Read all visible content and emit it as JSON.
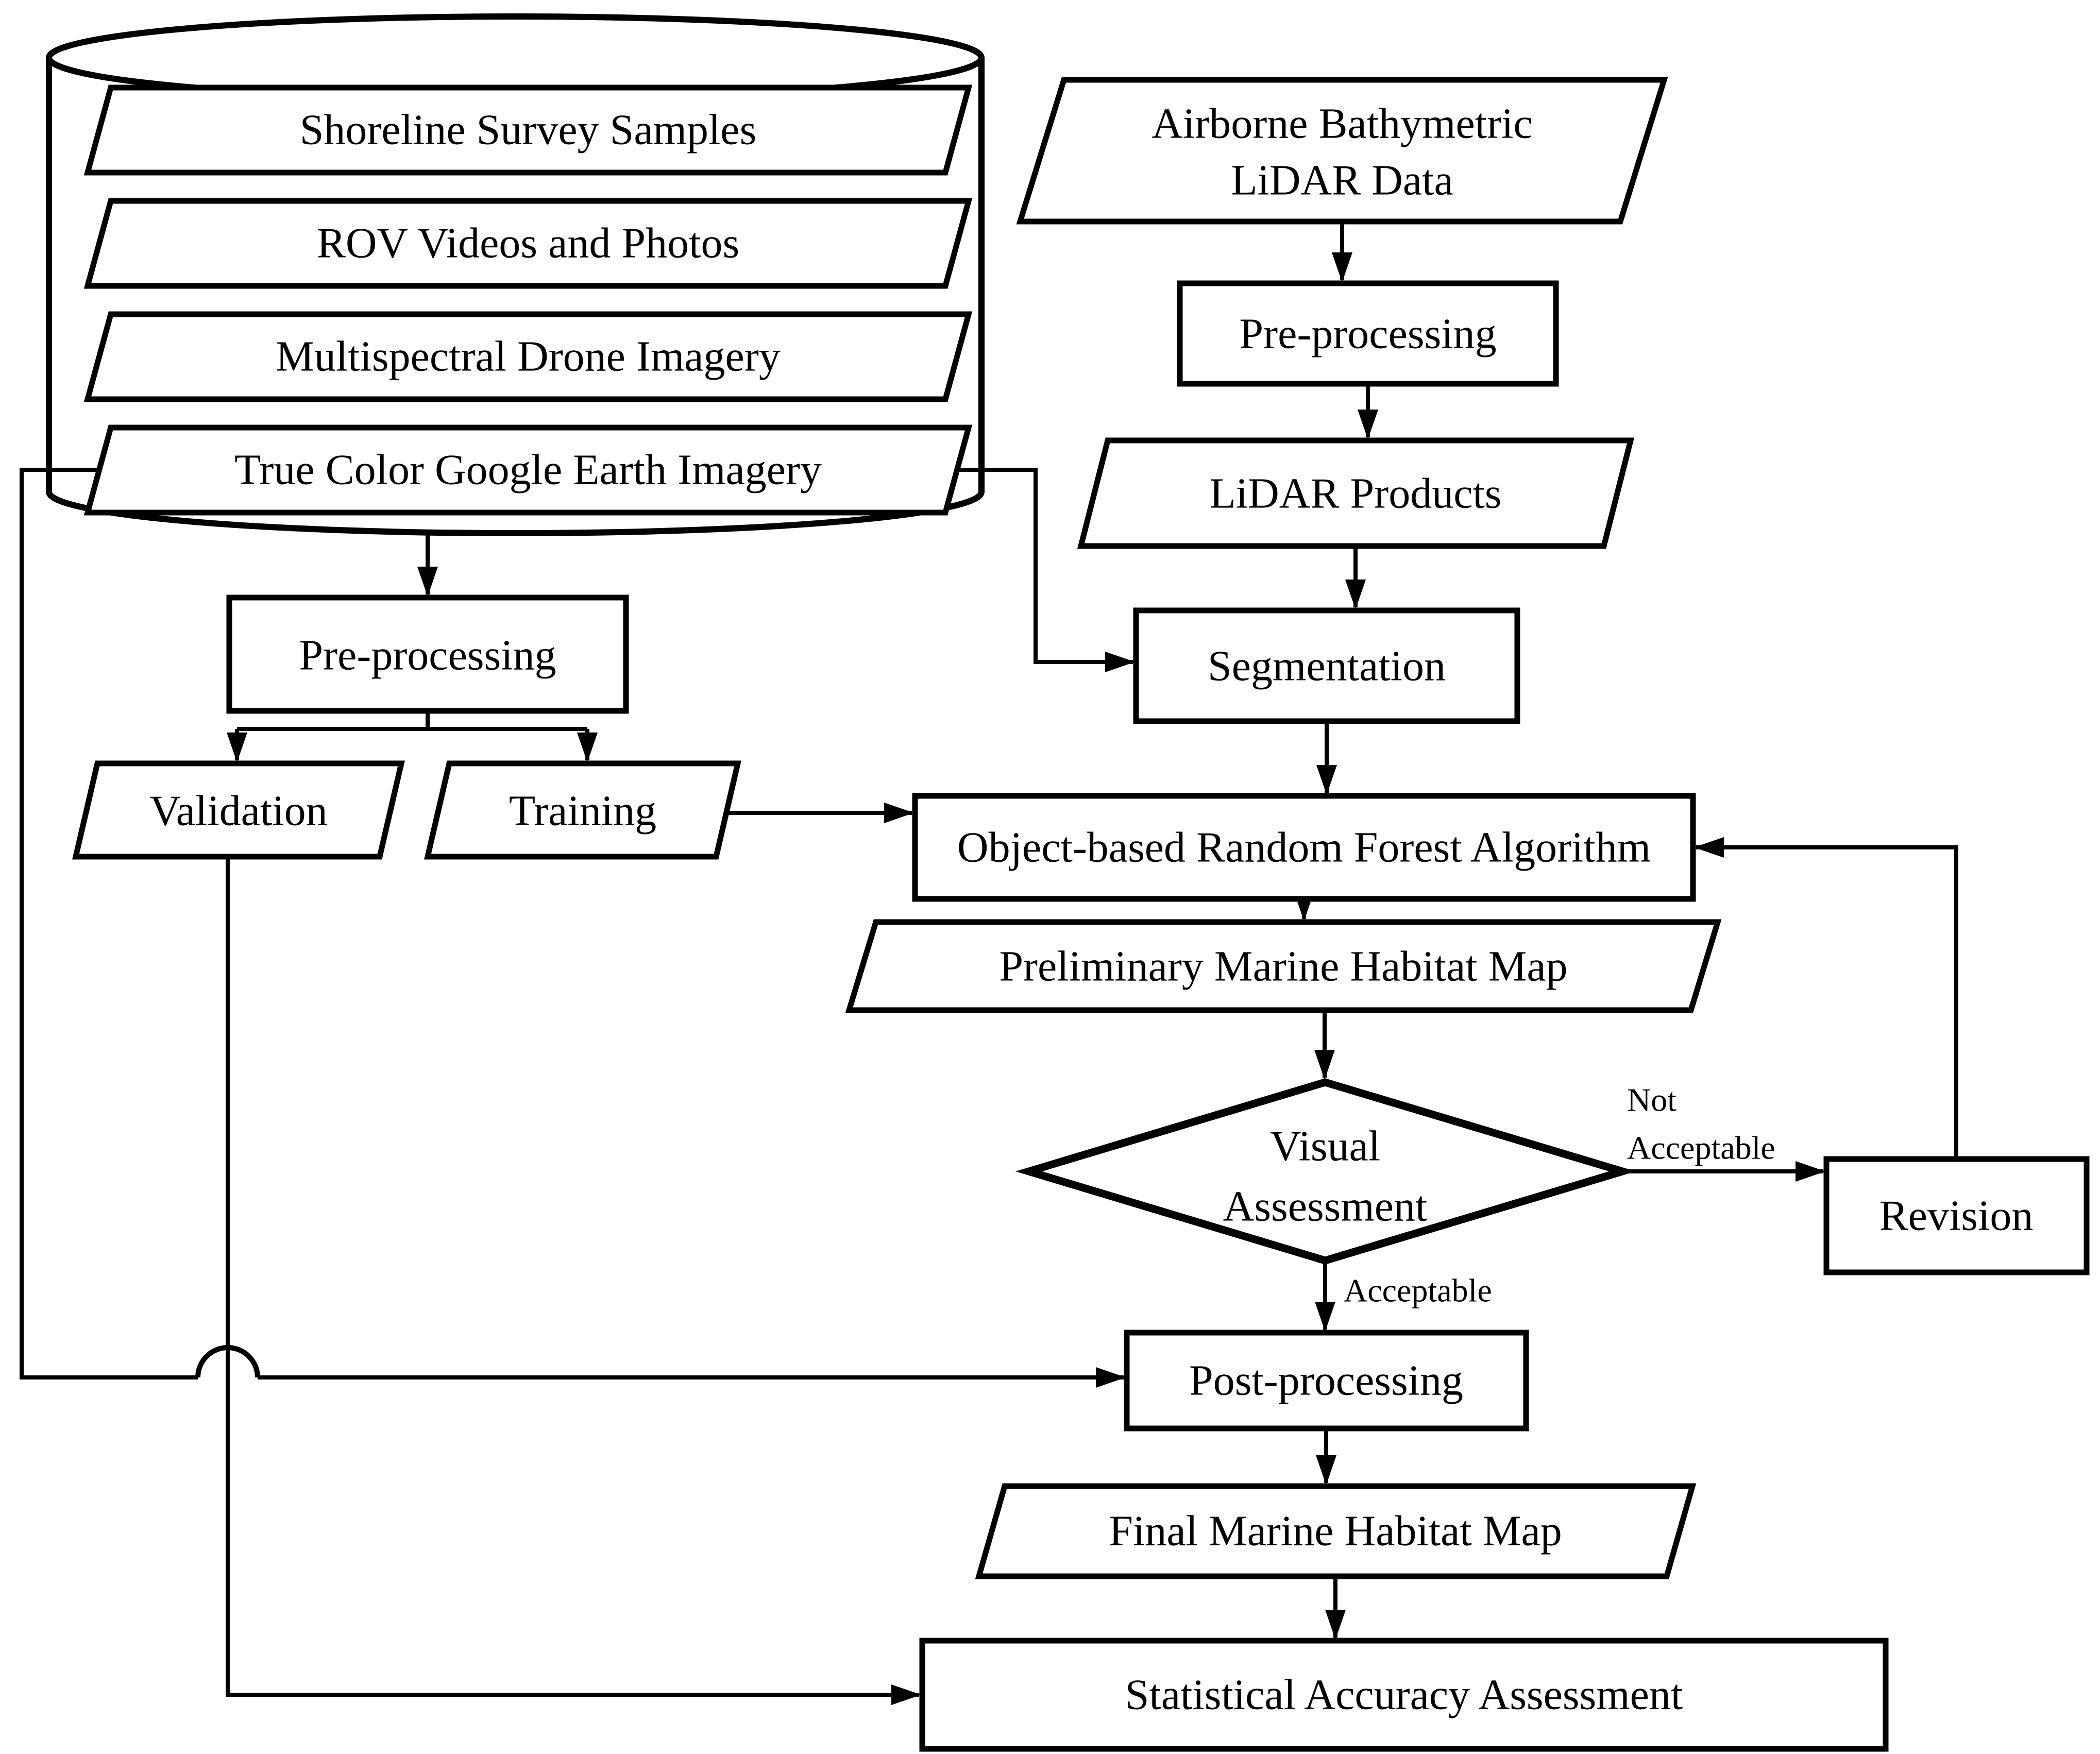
{
  "diagram": {
    "type": "flowchart",
    "title": "Marine habitat mapping workflow",
    "colors": {
      "line": "#000000",
      "shape_fill": "#ffffff",
      "text": "#000000",
      "background": "#ffffff"
    },
    "database": {
      "shape": "cylinder",
      "items": [
        "Shoreline Survey Samples",
        "ROV Videos and Photos",
        "Multispectral Drone Imagery",
        "True Color Google Earth Imagery"
      ]
    },
    "nodes": {
      "shoreline": {
        "shape": "parallelogram",
        "label": "Shoreline Survey Samples"
      },
      "rov": {
        "shape": "parallelogram",
        "label": "ROV Videos and Photos"
      },
      "drone": {
        "shape": "parallelogram",
        "label": "Multispectral Drone Imagery"
      },
      "truecolor": {
        "shape": "parallelogram",
        "label": "True Color Google Earth Imagery"
      },
      "pre_left": {
        "shape": "rectangle",
        "label": "Pre-processing"
      },
      "validation": {
        "shape": "parallelogram",
        "label": "Validation"
      },
      "training": {
        "shape": "parallelogram",
        "label": "Training"
      },
      "airborne": {
        "shape": "parallelogram",
        "line1": "Airborne Bathymetric",
        "line2": "LiDAR Data"
      },
      "pre_right": {
        "shape": "rectangle",
        "label": "Pre-processing"
      },
      "lidar_products": {
        "shape": "parallelogram",
        "label": "LiDAR Products"
      },
      "segmentation": {
        "shape": "rectangle",
        "label": "Segmentation"
      },
      "random_forest": {
        "shape": "rectangle",
        "label": "Object-based Random Forest Algorithm"
      },
      "preliminary_map": {
        "shape": "parallelogram",
        "label": "Preliminary Marine Habitat Map"
      },
      "visual_assessment": {
        "shape": "diamond",
        "line1": "Visual",
        "line2": "Assessment"
      },
      "revision": {
        "shape": "rectangle",
        "label": "Revision"
      },
      "postprocessing": {
        "shape": "rectangle",
        "label": "Post-processing"
      },
      "final_map": {
        "shape": "parallelogram",
        "label": "Final Marine Habitat Map"
      },
      "statistical": {
        "shape": "rectangle",
        "label": "Statistical Accuracy Assessment"
      }
    },
    "edge_labels": {
      "not_acceptable_line1": "Not",
      "not_acceptable_line2": "Acceptable",
      "acceptable": "Acceptable"
    },
    "edges": [
      {
        "from": "database",
        "to": "pre_left"
      },
      {
        "from": "pre_left",
        "to": "validation"
      },
      {
        "from": "pre_left",
        "to": "training"
      },
      {
        "from": "training",
        "to": "random_forest"
      },
      {
        "from": "truecolor",
        "to": "segmentation"
      },
      {
        "from": "truecolor",
        "to": "postprocessing"
      },
      {
        "from": "validation",
        "to": "statistical"
      },
      {
        "from": "airborne",
        "to": "pre_right"
      },
      {
        "from": "pre_right",
        "to": "lidar_products"
      },
      {
        "from": "lidar_products",
        "to": "segmentation"
      },
      {
        "from": "segmentation",
        "to": "random_forest"
      },
      {
        "from": "random_forest",
        "to": "preliminary_map"
      },
      {
        "from": "preliminary_map",
        "to": "visual_assessment"
      },
      {
        "from": "visual_assessment",
        "to": "revision",
        "label": "Not Acceptable"
      },
      {
        "from": "revision",
        "to": "random_forest"
      },
      {
        "from": "visual_assessment",
        "to": "postprocessing",
        "label": "Acceptable"
      },
      {
        "from": "postprocessing",
        "to": "final_map"
      },
      {
        "from": "final_map",
        "to": "statistical"
      }
    ]
  }
}
